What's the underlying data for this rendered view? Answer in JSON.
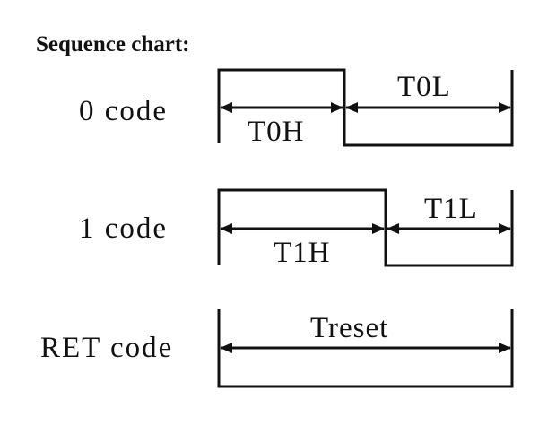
{
  "title": "Sequence chart:",
  "rows": [
    {
      "label": "0 code",
      "segments": [
        "T0H",
        "T0L"
      ]
    },
    {
      "label": "1 code",
      "segments": [
        "T1H",
        "T1L"
      ]
    },
    {
      "label": "RET code",
      "segments": [
        "Treset"
      ]
    }
  ]
}
